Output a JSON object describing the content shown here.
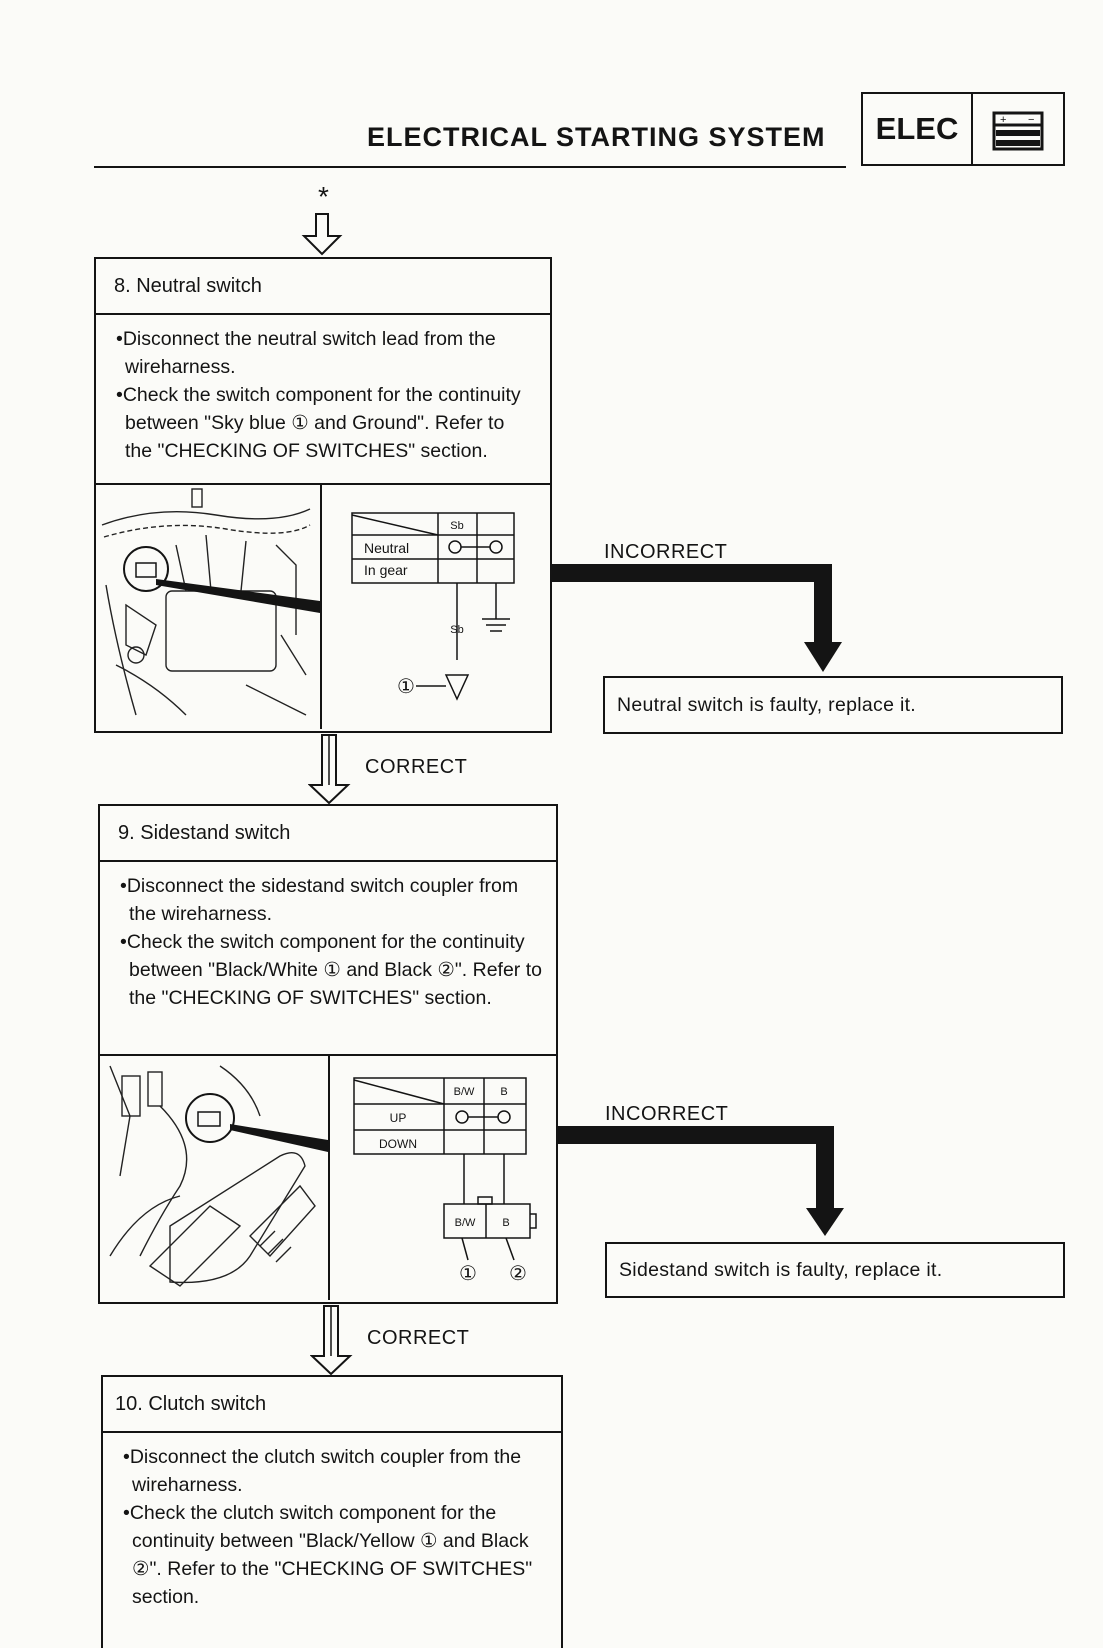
{
  "header": {
    "title": "ELECTRICAL STARTING SYSTEM",
    "section_badge": "ELEC",
    "section_icon": "battery-icon"
  },
  "continuation_mark": "*",
  "steps": [
    {
      "title": "8. Neutral switch",
      "bullets": [
        "•Disconnect the neutral switch lead from the wireharness.",
        "•Check the switch component for the continuity between \"Sky blue ① and Ground\". Refer to the \"CHECKING OF SWITCHES\" section."
      ],
      "table": {
        "col_header": "Sb",
        "rows": [
          "Neutral",
          "In gear"
        ],
        "lead_label": "Sb",
        "callout": "①"
      },
      "incorrect_label": "INCORRECT",
      "result": "Neutral switch is faulty, replace it.",
      "correct_label": "CORRECT"
    },
    {
      "title": "9. Sidestand switch",
      "bullets": [
        "•Disconnect the sidestand switch coupler from the wireharness.",
        "•Check the switch component for the continuity between \"Black/White ① and Black ②\". Refer to the \"CHECKING OF SWITCHES\" section."
      ],
      "table": {
        "col_headers": [
          "B/W",
          "B"
        ],
        "rows": [
          "UP",
          "DOWN"
        ],
        "coupler_labels": [
          "B/W",
          "B"
        ],
        "callouts": [
          "①",
          "②"
        ]
      },
      "incorrect_label": "INCORRECT",
      "result": "Sidestand switch is faulty, replace it.",
      "correct_label": "CORRECT"
    },
    {
      "title": "10. Clutch switch",
      "bullets": [
        "•Disconnect the clutch switch coupler from the wireharness.",
        "•Check the clutch switch component for the continuity between \"Black/Yellow ① and Black ②\". Refer to the \"CHECKING OF SWITCHES\" section."
      ]
    }
  ]
}
